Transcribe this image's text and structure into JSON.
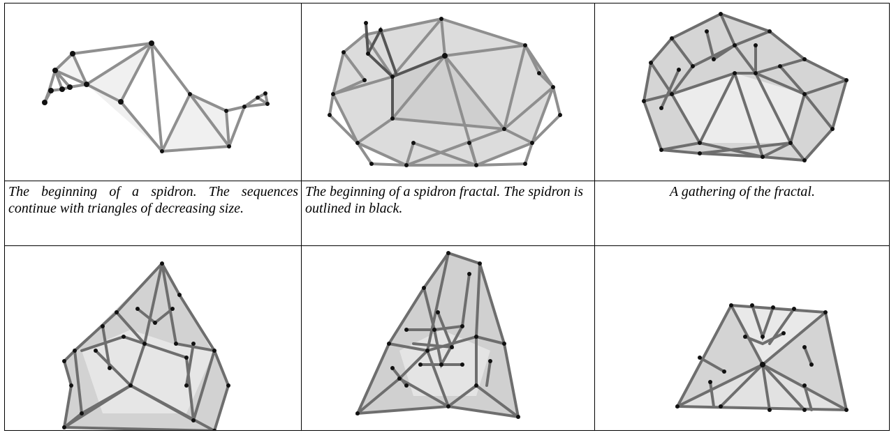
{
  "captions": {
    "c1": "The beginning of a spidron. The sequences continue with triangles of decreasing size.",
    "c2": "The beginning of a spidron fractal. The spidron is outlined in black.",
    "c3": "A gathering of the fractal."
  },
  "figures": {
    "f1": "spidron-figure",
    "f2": "spidron-fractal-figure",
    "f3": "fractal-gathering-figure",
    "f4": "fractal-gathering-figure",
    "f5": "fractal-gathering-figure",
    "f6": "fractal-gathering-figure"
  }
}
